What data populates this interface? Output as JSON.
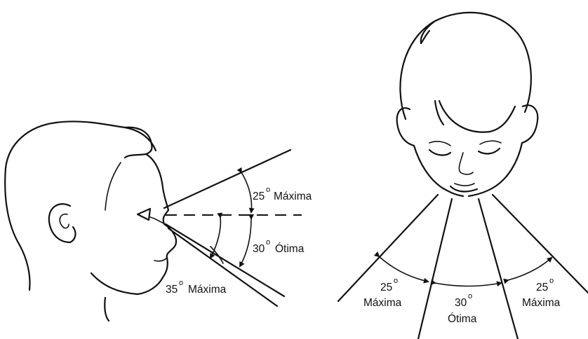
{
  "side_view": {
    "upper": {
      "deg": "25",
      "sup": "o",
      "word": "Máxima"
    },
    "optimal": {
      "deg": "30",
      "sup": "o",
      "word": "Ótima"
    },
    "lower": {
      "deg": "35",
      "sup": "o",
      "word": "Máxima"
    }
  },
  "front_view": {
    "left": {
      "deg": "25",
      "sup": "o",
      "word": "Máxima"
    },
    "center": {
      "deg": "30",
      "sup": "o",
      "word": "Ótima"
    },
    "right": {
      "deg": "25",
      "sup": "o",
      "word": "Máxima"
    }
  }
}
